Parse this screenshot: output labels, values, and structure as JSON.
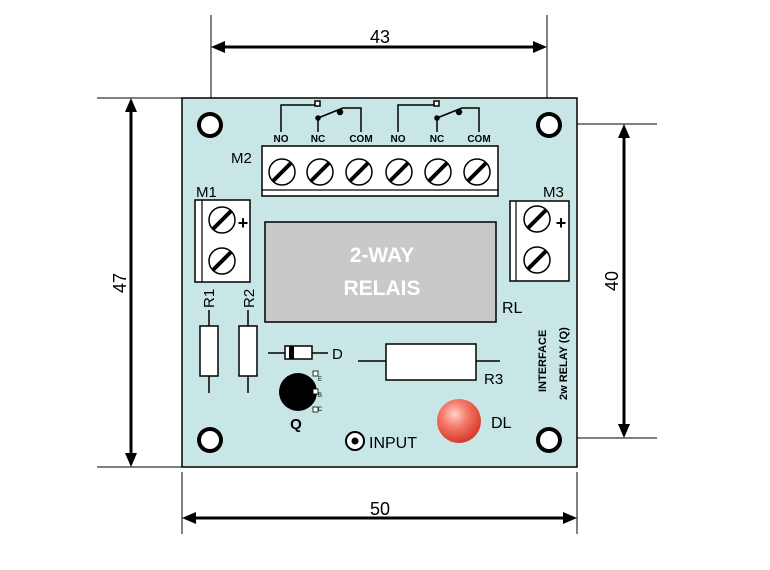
{
  "dimensions": {
    "top_width": "43",
    "bottom_width": "50",
    "left_height": "47",
    "right_height": "40"
  },
  "terminals": {
    "m1": "M1",
    "m2": "M2",
    "m3": "M3",
    "m1_plus": "+",
    "m3_plus": "+",
    "contacts": [
      "NO",
      "NC",
      "COM",
      "NO",
      "NC",
      "COM"
    ]
  },
  "relay": {
    "line1": "2-WAY",
    "line2": "RELAIS",
    "ref": "RL"
  },
  "components": {
    "r1": "R1",
    "r2": "R2",
    "r3": "R3",
    "diode": "D",
    "transistor": "Q",
    "led": "DL",
    "input": "INPUT",
    "pin_e": "E",
    "pin_b": "B",
    "pin_c": "C"
  },
  "board_text": {
    "line1": "INTERFACE",
    "line2": "2w RELAY (Q)"
  },
  "colors": {
    "board": "#c8e6e6",
    "relay_body": "#c9c9c9",
    "led": "#f06a5a"
  }
}
